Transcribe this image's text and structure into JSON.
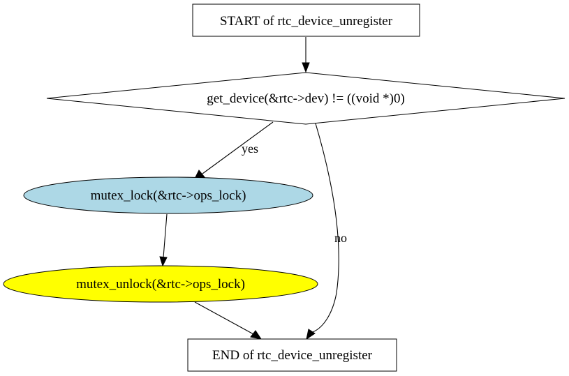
{
  "nodes": {
    "start": {
      "label": "START of rtc_device_unregister"
    },
    "decision": {
      "label": "get_device(&rtc->dev) != ((void *)0)"
    },
    "lock": {
      "label": "mutex_lock(&rtc->ops_lock)",
      "fill": "#add8e6"
    },
    "unlock": {
      "label": "mutex_unlock(&rtc->ops_lock)",
      "fill": "#ffff00"
    },
    "end": {
      "label": "END of rtc_device_unregister"
    }
  },
  "edges": {
    "decision_yes": {
      "label": "yes"
    },
    "decision_no": {
      "label": "no"
    }
  }
}
